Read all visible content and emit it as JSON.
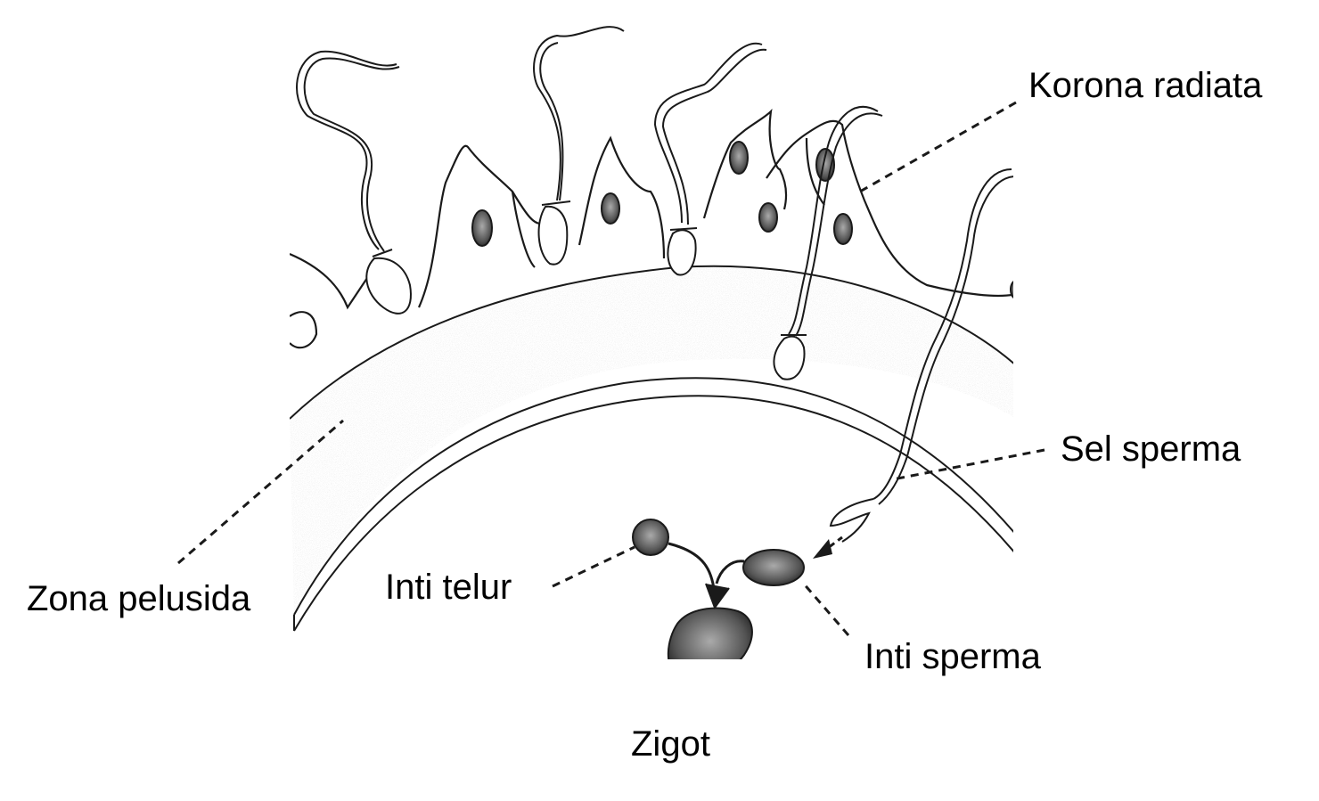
{
  "labels": {
    "korona_radiata": "Korona radiata",
    "sel_sperma": "Sel sperma",
    "inti_telur": "Inti telur",
    "zona_pelusida": "Zona pelusida",
    "inti_sperma": "Inti sperma",
    "zigot": "Zigot"
  },
  "colors": {
    "ink": "#1a1a1a",
    "background": "#ffffff",
    "stipple": "#555555"
  }
}
